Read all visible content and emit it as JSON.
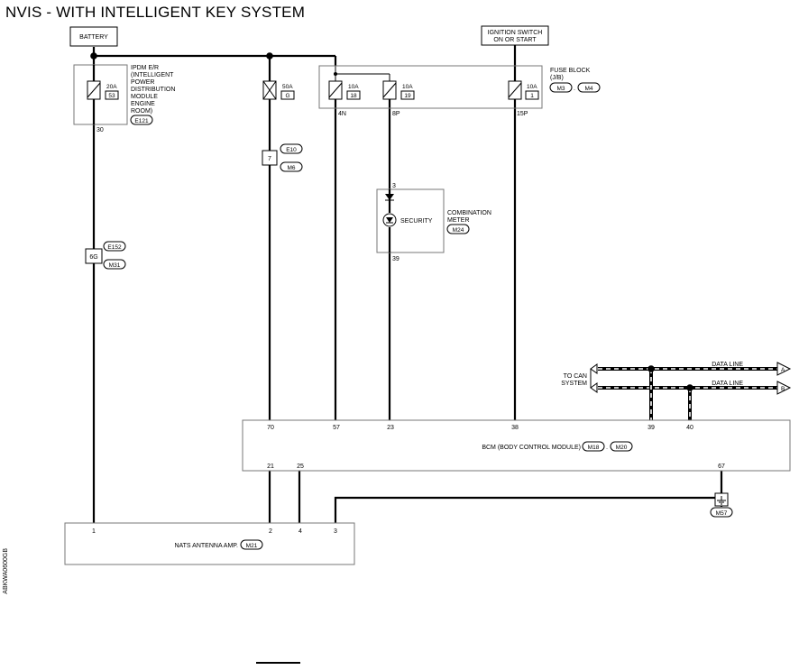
{
  "title": "NVIS - WITH INTELLIGENT KEY SYSTEM",
  "side_code": "ABKWA0600GB",
  "components": {
    "battery": "BATTERY",
    "ignition_switch": [
      "IGNITION SWITCH",
      "ON OR START"
    ],
    "ipdm": {
      "label": [
        "IPDM E/R",
        "(INTELLIGENT",
        "POWER",
        "DISTRIBUTION",
        "MODULE",
        "ENGINE",
        "ROOM)"
      ],
      "fuse_amp": "20A",
      "fuse_no": "53",
      "connector": "E121",
      "pin": "30"
    },
    "fusible_link": {
      "amp": "50A",
      "id": "G"
    },
    "fuse_block": {
      "label": [
        "FUSE BLOCK",
        "(J/B)"
      ],
      "connectors": [
        "M3",
        "M4"
      ],
      "fuses": [
        {
          "amp": "10A",
          "no": "18",
          "pin": "4N"
        },
        {
          "amp": "10A",
          "no": "19",
          "pin": "8P"
        },
        {
          "amp": "10A",
          "no": "1",
          "pin": "15P"
        }
      ]
    },
    "junction_7": {
      "pin": "7",
      "connectors": [
        "E10",
        "M6"
      ]
    },
    "junction_6g": {
      "pin": "6G",
      "connectors": [
        "E152",
        "M31"
      ]
    },
    "combination_meter": {
      "label": [
        "COMBINATION",
        "METER"
      ],
      "connector": "M24",
      "indicator": "SECURITY",
      "pin_top": "3",
      "pin_bottom": "39"
    },
    "can": {
      "label": [
        "TO CAN",
        "SYSTEM"
      ],
      "lines": [
        "DATA LINE",
        "DATA LINE"
      ],
      "arrows": [
        "A",
        "B"
      ]
    },
    "bcm": {
      "label": "BCM (BODY CONTROL MODULE)",
      "connectors": [
        "M18",
        "M20"
      ],
      "top_pins": [
        "70",
        "57",
        "23",
        "38",
        "39",
        "40"
      ],
      "bottom_pins": [
        "21",
        "25",
        "67"
      ]
    },
    "ground": {
      "connector": "M57"
    },
    "nats": {
      "label": "NATS ANTENNA AMP.",
      "connector": "M21",
      "pins": [
        "1",
        "2",
        "4",
        "3"
      ]
    }
  },
  "separator_symbols": [
    ".",
    ".",
    "."
  ]
}
